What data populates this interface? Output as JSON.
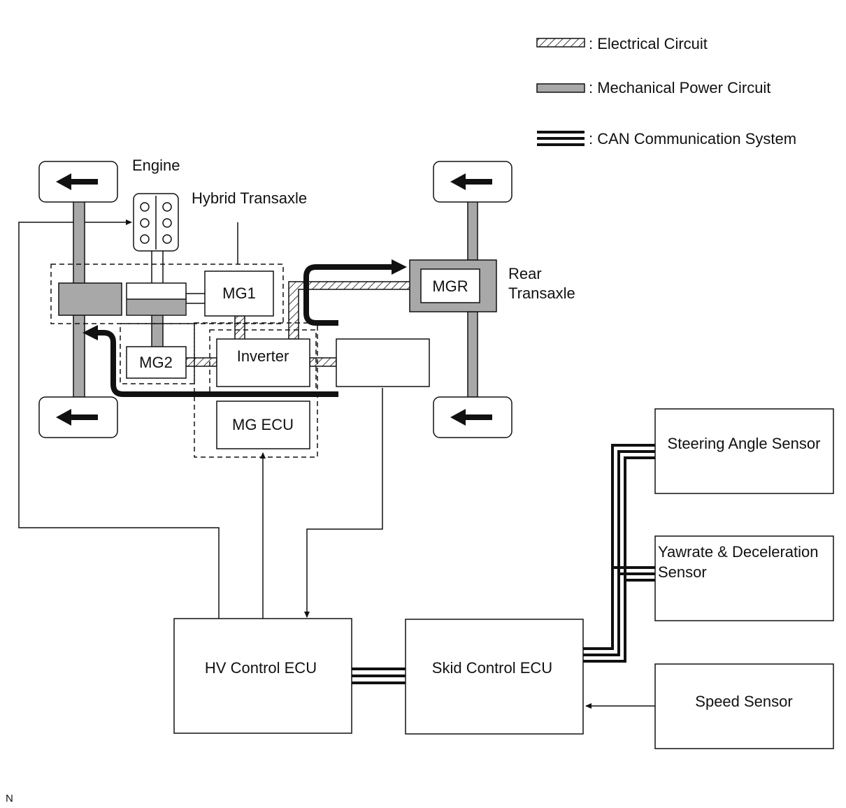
{
  "legend": {
    "electrical": ": Electrical Circuit",
    "mechanical": ": Mechanical Power Circuit",
    "can": ": CAN Communication System"
  },
  "labels": {
    "engine": "Engine",
    "hybrid_transaxle": "Hybrid Transaxle",
    "rear_transaxle_line1": "Rear",
    "rear_transaxle_line2": "Transaxle",
    "mg1": "MG1",
    "mg2": "MG2",
    "mgr": "MGR",
    "inverter": "Inverter",
    "mg_ecu": "MG ECU",
    "hv_control_ecu": "HV Control ECU",
    "skid_control_ecu": "Skid Control ECU",
    "steering_angle_sensor": "Steering Angle Sensor",
    "yawrate_line1": "Yawrate & Deceleration",
    "yawrate_line2": "Sensor",
    "speed_sensor": "Speed Sensor",
    "corner_mark": "N"
  },
  "colors": {
    "mechanical_fill": "#a8a8a8",
    "line": "#111111"
  }
}
